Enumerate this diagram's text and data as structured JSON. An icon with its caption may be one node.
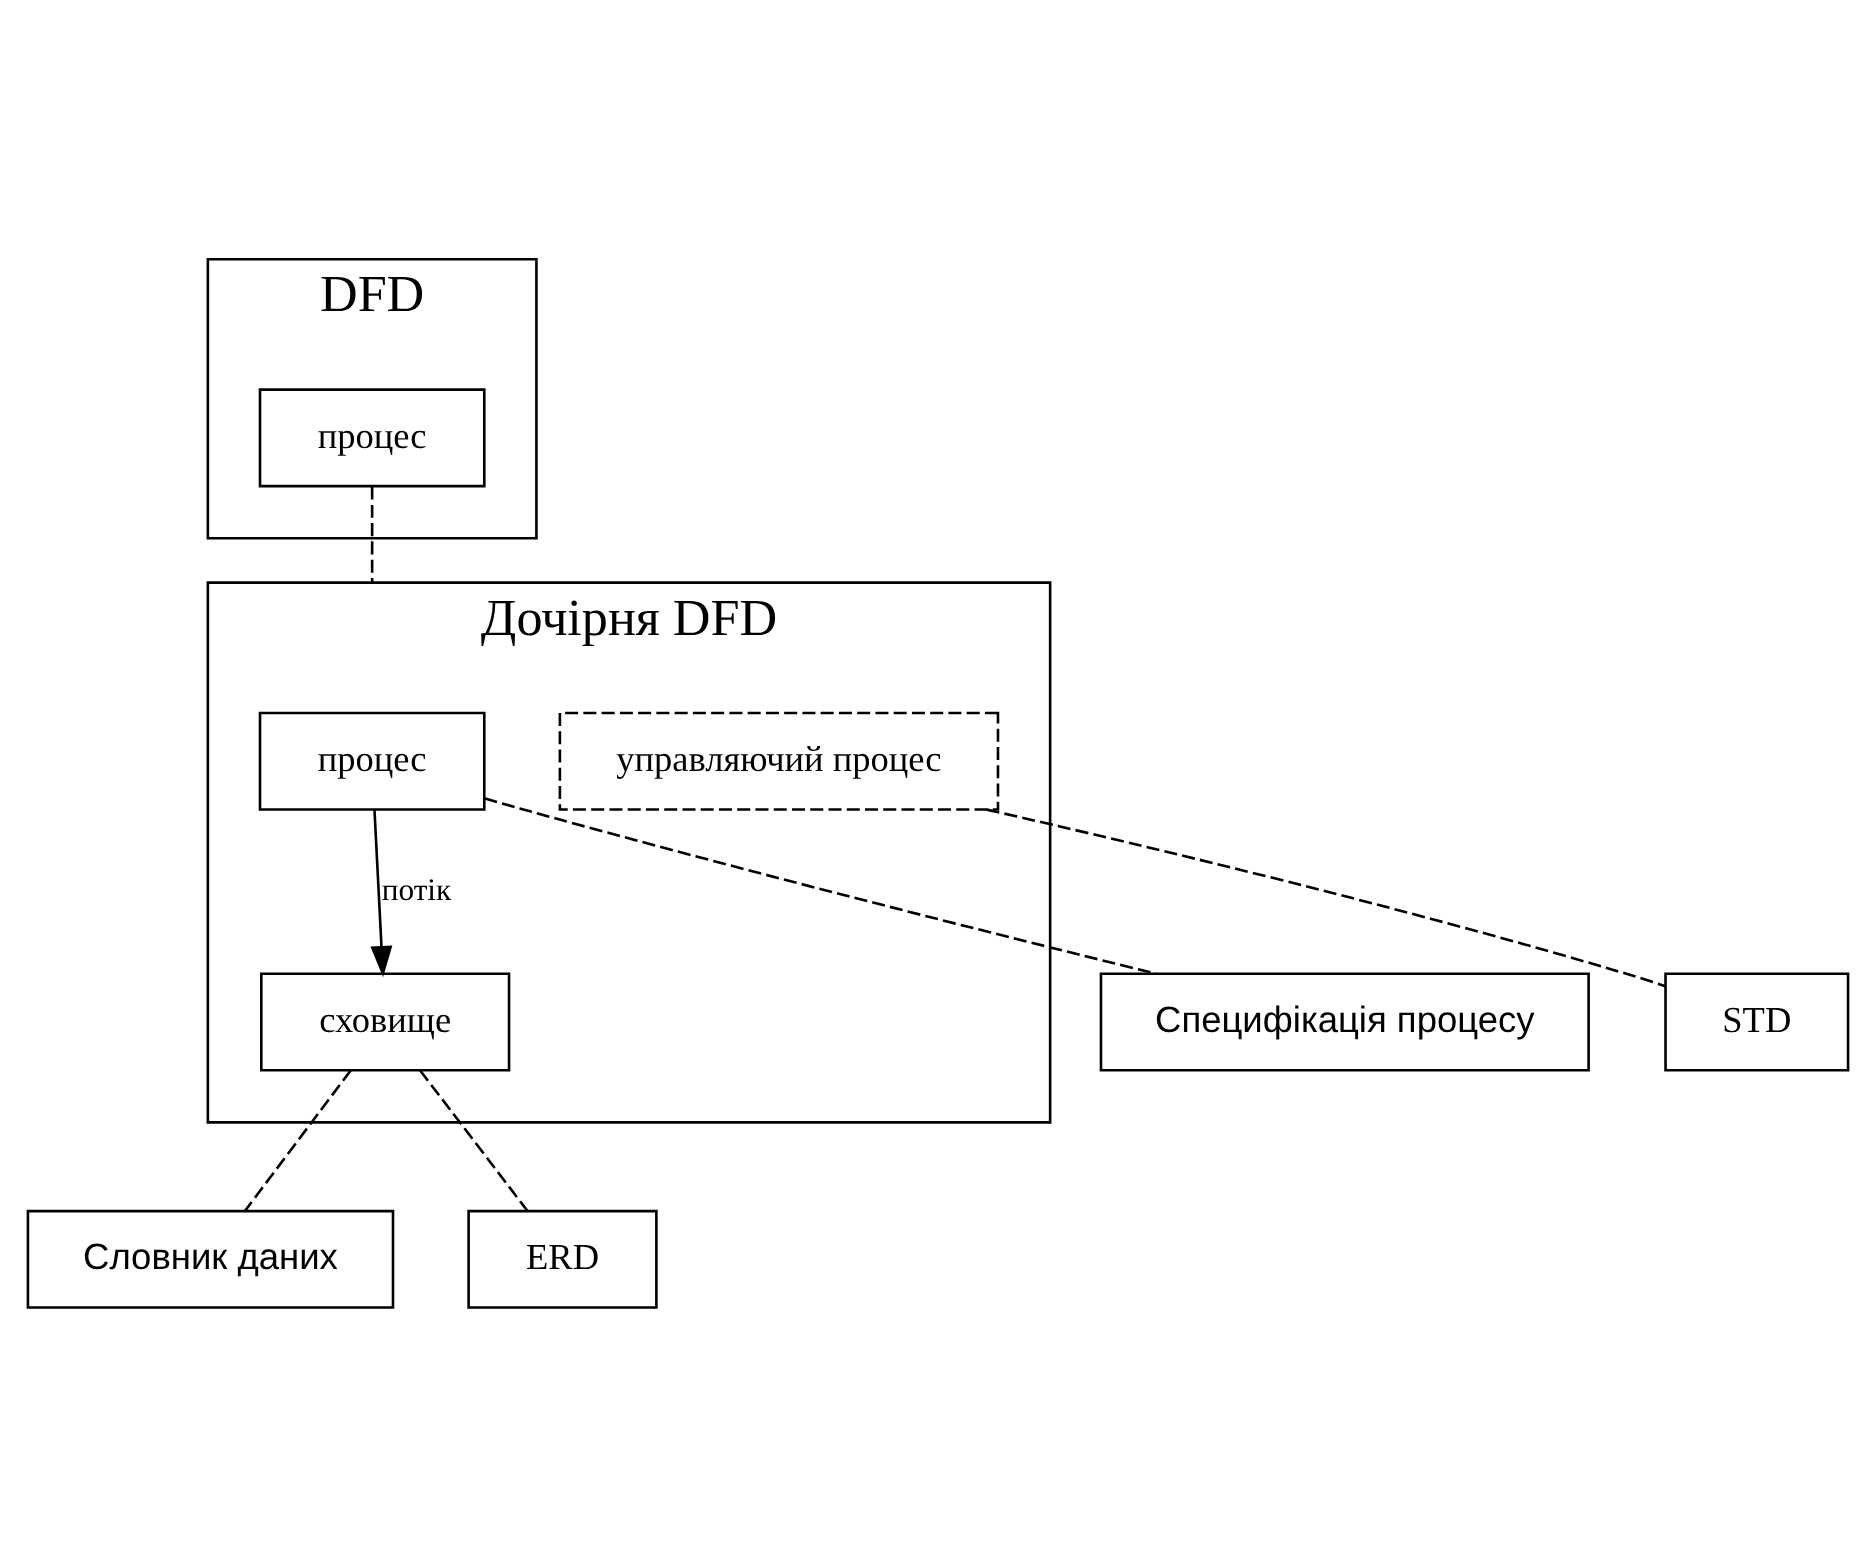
{
  "diagram": {
    "nodes": [
      {
        "text": [
          "DFD"
        ]
      },
      {
        "text": [
          "процес"
        ],
        "in": 0
      },
      {
        "text": [
          "Дочірня DFD"
        ]
      },
      {
        "text": [
          "процес"
        ],
        "in": 2
      },
      {
        "text": [
          "сховище"
        ],
        "in": 2
      },
      {
        "text": [
          "управляючий процес"
        ],
        "in": 2
      },
      {
        "text": [
          "Специфікація процесу"
        ]
      },
      {
        "text": [
          "Словник даних"
        ]
      },
      {
        "text": [
          "ERD"
        ]
      },
      {
        "text": [
          "STD"
        ]
      }
    ],
    "edges": [
      {
        "from": 1,
        "to": 2,
        "arrow": "none",
        "style": "dashed"
      },
      {
        "from": 3,
        "to": 4,
        "arrow": "to",
        "label": "потік"
      },
      {
        "from": 3,
        "to": 6,
        "arrow": "none",
        "style": "dashed"
      },
      {
        "from": 4,
        "to": 7,
        "arrow": "none",
        "style": "dashed"
      },
      {
        "from": 4,
        "to": 8,
        "arrow": "none",
        "style": "dashed"
      },
      {
        "from": 5,
        "to": 9,
        "arrow": "none",
        "style": "dashed"
      }
    ]
  }
}
